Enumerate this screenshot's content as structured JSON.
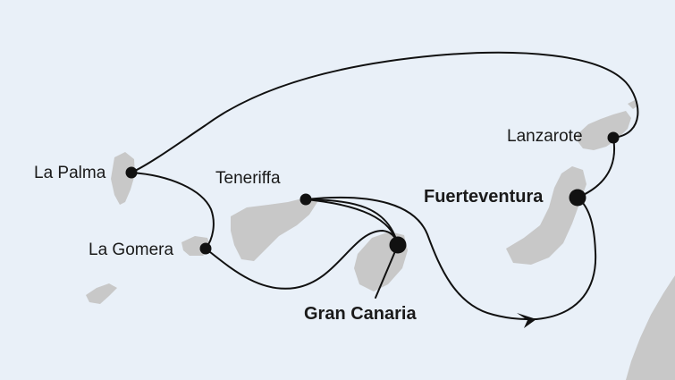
{
  "map": {
    "colors": {
      "sea": "#e9f0f8",
      "land": "#c8c8c8",
      "route": "#111111",
      "port": "#111111"
    },
    "ports": [
      {
        "id": "la-palma",
        "name": "La Palma",
        "emphasis": "normal"
      },
      {
        "id": "la-gomera",
        "name": "La Gomera",
        "emphasis": "normal"
      },
      {
        "id": "teneriffa",
        "name": "Teneriffa",
        "emphasis": "normal"
      },
      {
        "id": "gran-canaria",
        "name": "Gran Canaria",
        "emphasis": "main"
      },
      {
        "id": "fuerteventura",
        "name": "Fuerteventura",
        "emphasis": "main"
      },
      {
        "id": "lanzarote",
        "name": "Lanzarote",
        "emphasis": "normal"
      }
    ],
    "route_order": [
      "gran-canaria",
      "teneriffa",
      "fuerteventura",
      "lanzarote",
      "la-palma",
      "la-gomera",
      "gran-canaria"
    ]
  }
}
